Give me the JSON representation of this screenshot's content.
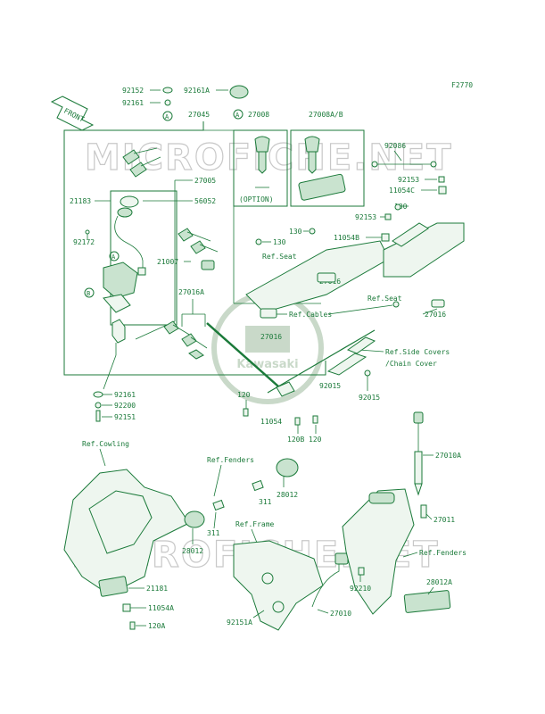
{
  "figure_code": "F2770",
  "front_label": "FRONT",
  "watermark": "MICROFICHE.NET",
  "logo_text": "Kawasaki",
  "colors": {
    "line": "#1b7a3a",
    "watermark": "#c8c8c8"
  },
  "labels": {
    "p92152": "92152",
    "p92161a": "92161",
    "p92161A": "92161A",
    "pA_marker": "A",
    "pB_marker": "B",
    "p27008": "27008",
    "p27008AB": "27008A/B",
    "p27045": "27045",
    "p27005": "27005",
    "p21183": "21183",
    "p56052": "56052",
    "p92172": "92172",
    "p21007": "21007",
    "p27016A": "27016A",
    "option": "(OPTION)",
    "p92086": "92086",
    "p92153a": "92153",
    "p11054C": "11054C",
    "p130a": "130",
    "p130b": "130",
    "p130c": "130",
    "p92153b": "92153",
    "p11054B": "11054B",
    "ref_seat_1": "Ref.Seat",
    "p27016a": "27016",
    "ref_cables": "Ref.Cables",
    "ref_seat_2": "Ref.Seat",
    "p27016b": "27016",
    "p27016c": "27016",
    "ref_side_covers": "Ref.Side Covers",
    "ref_chain_cover": "/Chain Cover",
    "p92015a": "92015",
    "p92015b": "92015",
    "p92161b": "92161",
    "p92200": "92200",
    "p92151": "92151",
    "p120a": "120",
    "p11054": "11054",
    "p120B": "120B",
    "p120b": "120",
    "ref_cowling": "Ref.Cowling",
    "ref_fenders_1": "Ref.Fenders",
    "p28012a": "28012",
    "p311a": "311",
    "p311b": "311",
    "p28012b": "28012",
    "ref_frame": "Ref.Frame",
    "p27010A": "27010A",
    "p27011": "27011",
    "ref_fenders_2": "Ref.Fenders",
    "p92210": "92210",
    "p28012A": "28012A",
    "p21181": "21181",
    "p11054A": "11054A",
    "p120A": "120A",
    "p92151A": "92151A",
    "p27010": "27010"
  }
}
